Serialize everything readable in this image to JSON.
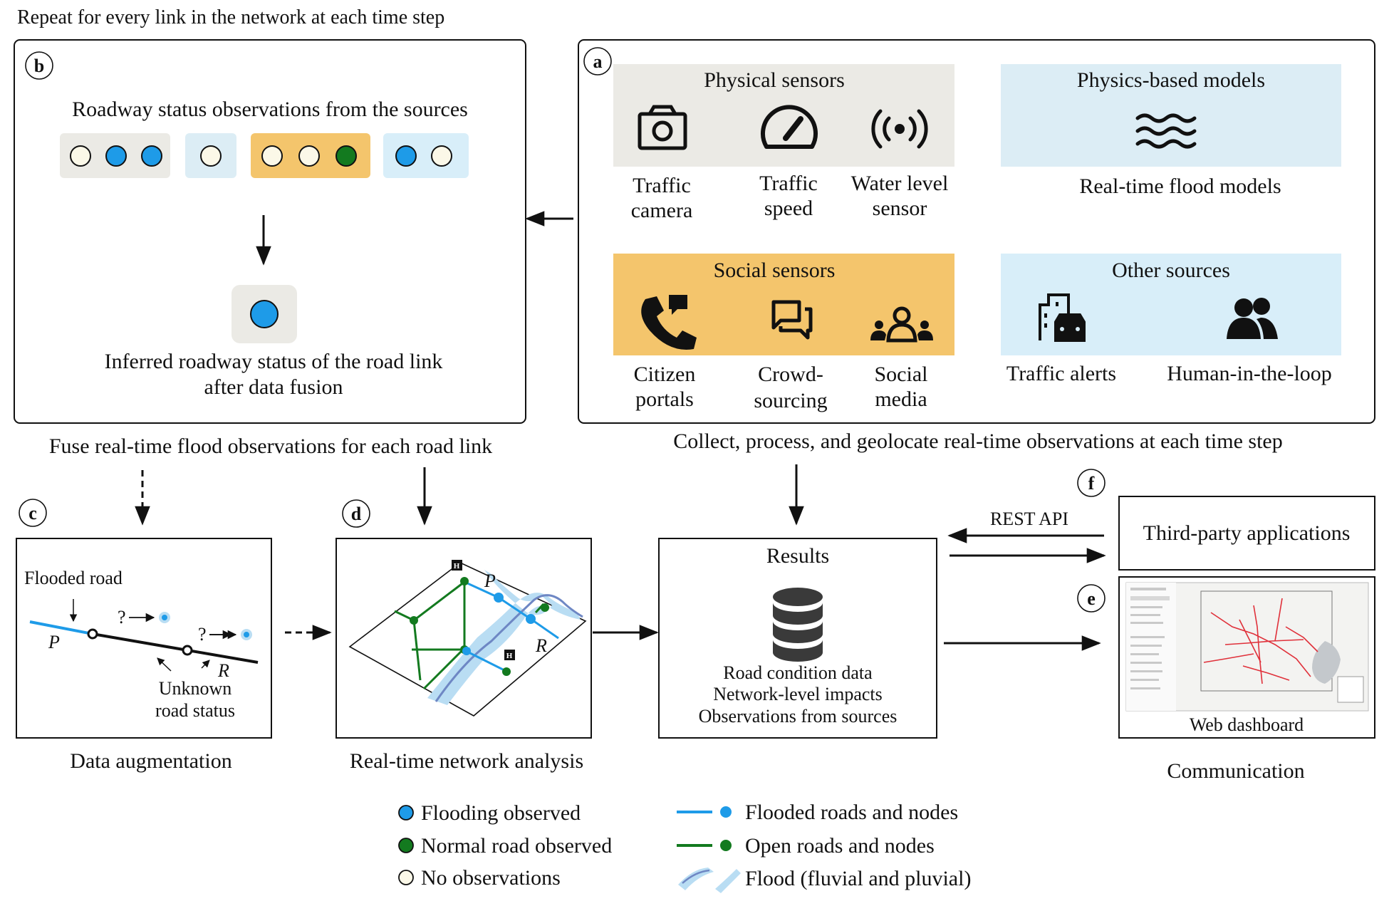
{
  "captions": {
    "top": "Repeat for every link in the network at each time step",
    "fuse": "Fuse real-time flood observations for each road link",
    "collect": "Collect, process, and geolocate real-time observations at each time step",
    "augmentation": "Data augmentation",
    "network": "Real-time network analysis",
    "communication": "Communication"
  },
  "panel_labels": {
    "a": "a",
    "b": "b",
    "c": "c",
    "d": "d",
    "e": "e",
    "f": "f"
  },
  "panel_b": {
    "title": "Roadway status observations from the sources",
    "inferred_line1": "Inferred roadway status of the road link",
    "inferred_line2": "after data fusion"
  },
  "panel_a": {
    "physical": {
      "title": "Physical sensors",
      "items": [
        {
          "icon": "camera-icon",
          "line1": "Traffic",
          "line2": "camera"
        },
        {
          "icon": "speedometer-icon",
          "line1": "Traffic",
          "line2": "speed"
        },
        {
          "icon": "sensor-icon",
          "line1": "Water level",
          "line2": "sensor"
        }
      ]
    },
    "physics_models": {
      "title": "Physics-based models",
      "icon": "waves-icon",
      "label": "Real-time flood models"
    },
    "social": {
      "title": "Social sensors",
      "items": [
        {
          "icon": "phone-icon",
          "line1": "Citizen",
          "line2": "portals"
        },
        {
          "icon": "chat-icon",
          "line1": "Crowd-",
          "line2": "sourcing"
        },
        {
          "icon": "people-group-icon",
          "line1": "Social",
          "line2": "media"
        }
      ]
    },
    "other": {
      "title": "Other sources",
      "items": [
        {
          "icon": "building-car-icon",
          "label": "Traffic alerts"
        },
        {
          "icon": "users-icon",
          "label": "Human-in-the-loop"
        }
      ]
    }
  },
  "panel_c": {
    "flooded_road": "Flooded road",
    "unknown1": "Unknown",
    "unknown2": "road status",
    "p": "P",
    "r": "R",
    "q": "?"
  },
  "panel_d": {
    "p": "P",
    "r": "R",
    "h": "H"
  },
  "results": {
    "title": "Results",
    "lines": [
      "Road condition data",
      "Network-level impacts",
      "Observations from sources"
    ]
  },
  "rest_api": "REST API",
  "third_party": "Third-party applications",
  "web_dashboard": "Web dashboard",
  "legend": {
    "flooding_observed": "Flooding observed",
    "normal_observed": "Normal road observed",
    "no_obs": "No observations",
    "flooded_roads": "Flooded roads and nodes",
    "open_roads": "Open roads and nodes",
    "flood": "Flood (fluvial and pluvial)"
  },
  "colors": {
    "flood_blue": "#1e9be8",
    "normal_green": "#137a1f",
    "no_obs_fill": "#fbf8e8",
    "gray_box": "#ebeae5",
    "light_blue_box": "#dcedf5",
    "orange_box": "#f4c56c",
    "sky_box": "#d8eef9",
    "flood_area": "#b9ddf3"
  }
}
